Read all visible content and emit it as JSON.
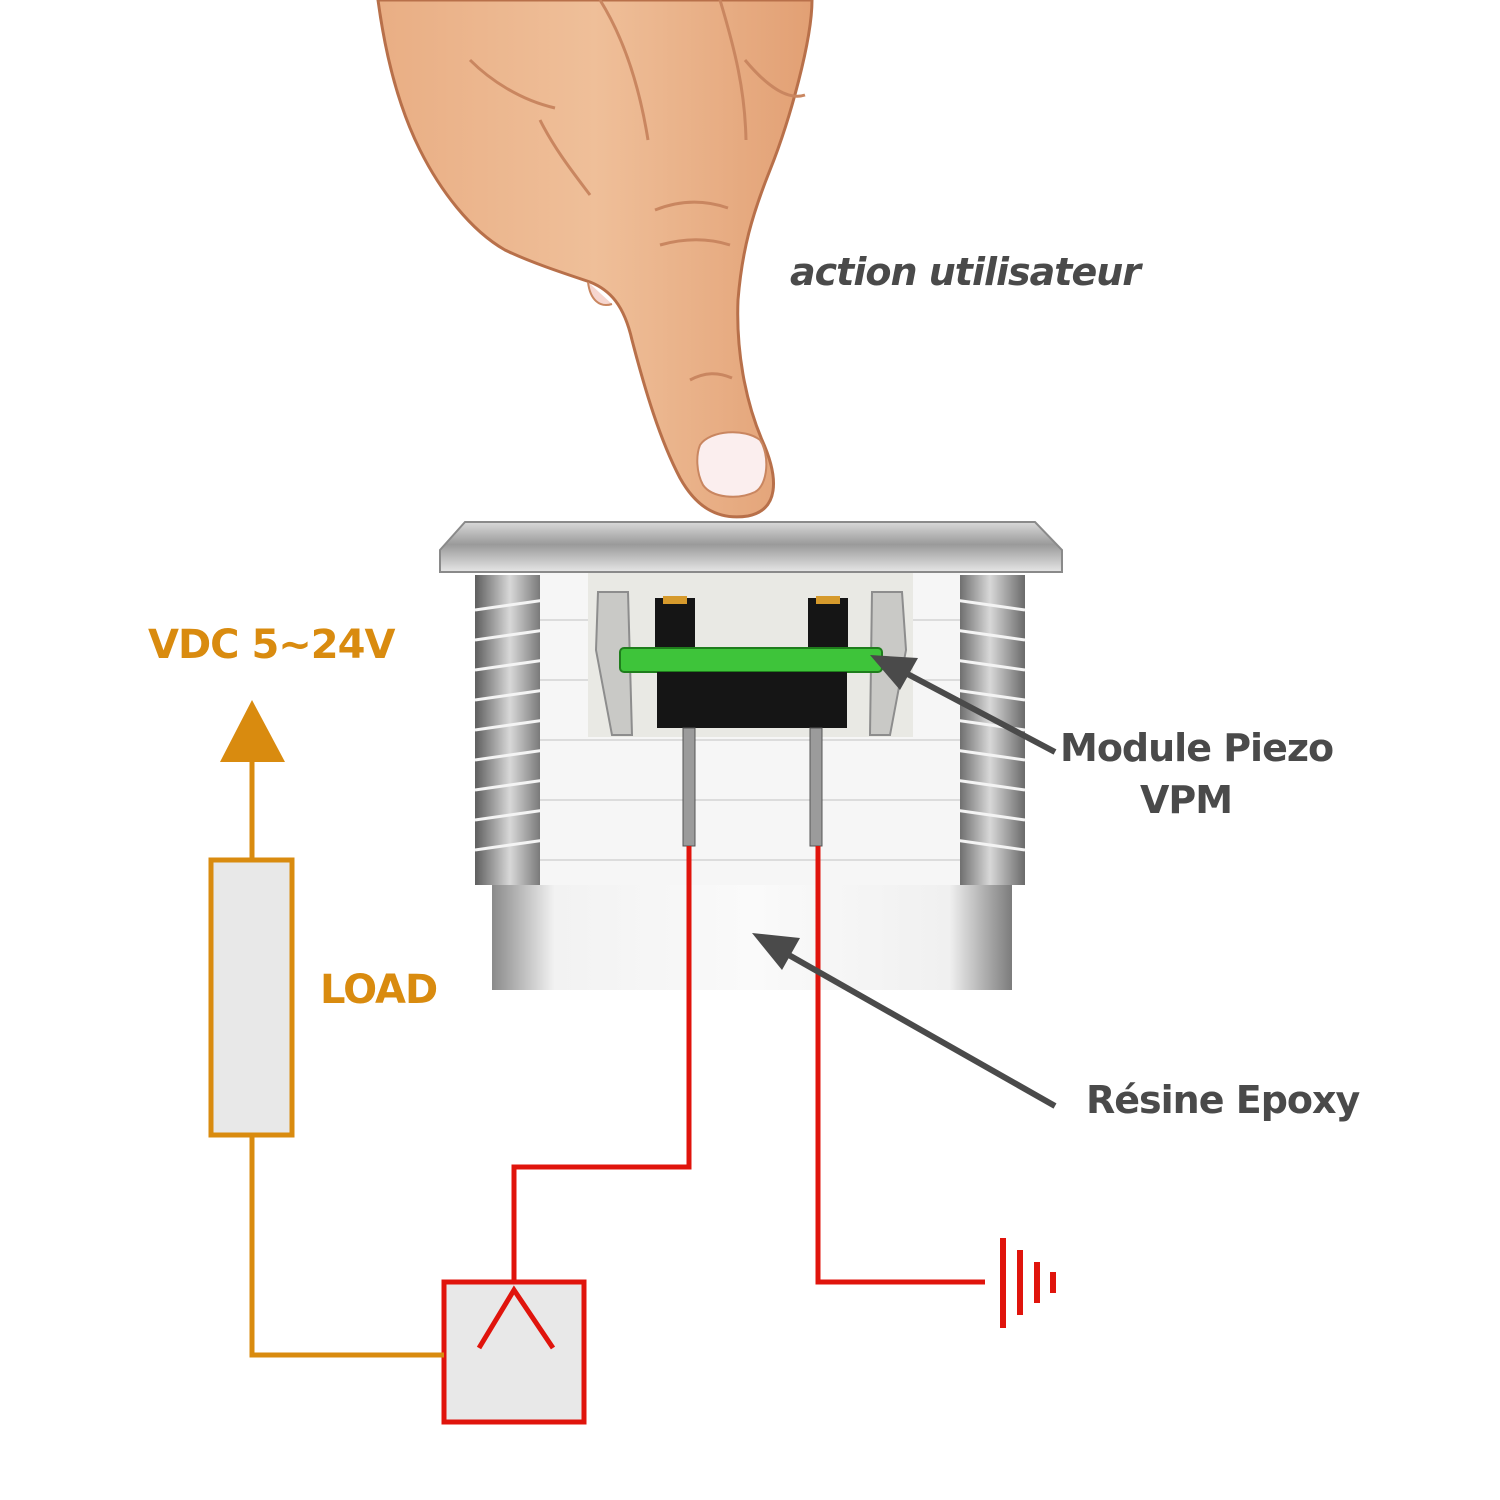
{
  "labels": {
    "user_action": "action utilisateur",
    "voltage": "VDC 5~24V",
    "load": "LOAD",
    "piezo_line1": "Module Piezo",
    "piezo_line2": "VPM",
    "epoxy": "Résine Epoxy"
  },
  "colors": {
    "power_wire": "#d98b0f",
    "signal_wire": "#e0140c",
    "label_text": "#4a4a4a",
    "pcb": "#3ec43a",
    "skin": "#eab68f",
    "metal": "#d6d6d6",
    "component_fill": "#e8e8e8"
  }
}
